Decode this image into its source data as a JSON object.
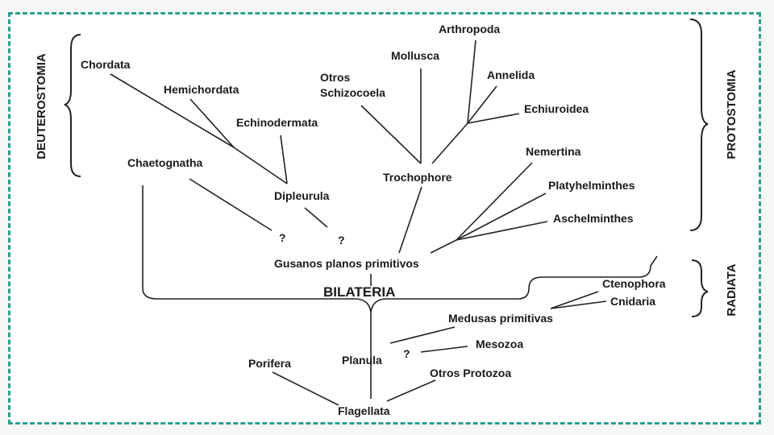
{
  "groups": {
    "deuterostomia": "DEUTEROSTOMIA",
    "protostomia": "PROTOSTOMIA",
    "radiata": "RADIATA"
  },
  "taxa": {
    "chordata": "Chordata",
    "hemichordata": "Hemichordata",
    "echinodermata": "Echinodermata",
    "chaetognatha": "Chaetognatha",
    "dipleurula": "Dipleurula",
    "arthropoda": "Arthropoda",
    "mollusca": "Mollusca",
    "otros_schizocoela_1": "Otros",
    "otros_schizocoela_2": "Schizocoela",
    "annelida": "Annelida",
    "echiuroidea": "Echiuroidea",
    "trochophore": "Trochophore",
    "nemertina": "Nemertina",
    "platyhelminthes": "Platyhelminthes",
    "aschelminthes": "Aschelminthes",
    "gusanos": "Gusanos planos primitivos",
    "bilateria": "BILATERIA",
    "ctenophora": "Ctenophora",
    "cnidaria": "Cnidaria",
    "medusas": "Medusas primitivas",
    "mesozoa": "Mesozoa",
    "porifera": "Porifera",
    "planula": "Planula",
    "otros_protozoa": "Otros Protozoa",
    "flagellata": "Flagellata"
  },
  "uncertain": {
    "q1": "?",
    "q2": "?",
    "q3": "?"
  }
}
